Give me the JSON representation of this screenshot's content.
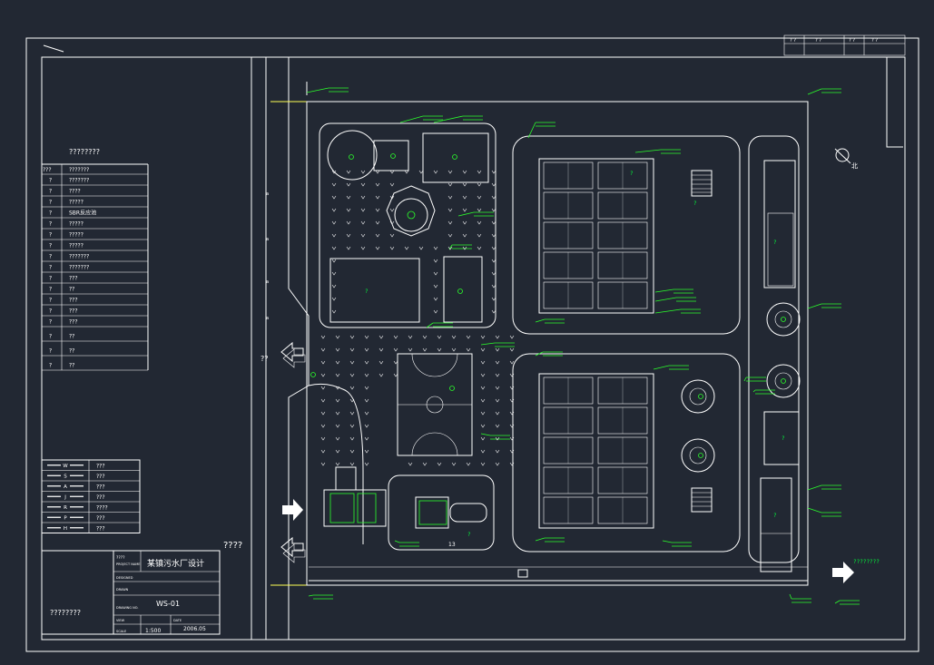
{
  "drawing": {
    "title_top_left": "????????",
    "corner_label_right": "????????",
    "site_gate_label_left": "????",
    "north_label": "北",
    "bottom_left_label": "????????"
  },
  "legend_table": {
    "headers": [
      "???",
      "???????"
    ],
    "rows": [
      {
        "no": "?",
        "name": "???????"
      },
      {
        "no": "?",
        "name": "????"
      },
      {
        "no": "?",
        "name": "?????"
      },
      {
        "no": "?",
        "name": "SBR反应池"
      },
      {
        "no": "?",
        "name": "?????"
      },
      {
        "no": "?",
        "name": "?????"
      },
      {
        "no": "?",
        "name": "?????"
      },
      {
        "no": "?",
        "name": "???????"
      },
      {
        "no": "?",
        "name": "???????"
      },
      {
        "no": "?",
        "name": "???"
      },
      {
        "no": "?",
        "name": "??"
      },
      {
        "no": "?",
        "name": "???"
      },
      {
        "no": "?",
        "name": "???"
      },
      {
        "no": "?",
        "name": "???"
      },
      {
        "no": "?",
        "name": "??"
      },
      {
        "no": "?",
        "name": "??"
      },
      {
        "no": "?",
        "name": "??"
      }
    ]
  },
  "line_legend": {
    "rows": [
      {
        "code": "W",
        "name": "???"
      },
      {
        "code": "S",
        "name": "???"
      },
      {
        "code": "A",
        "name": "???"
      },
      {
        "code": "J",
        "name": "???"
      },
      {
        "code": "R",
        "name": "????"
      },
      {
        "code": "P",
        "name": "???"
      },
      {
        "code": "H",
        "name": "???"
      }
    ]
  },
  "title_block": {
    "project_label": "????",
    "project_label_en": "PROJECT NAME",
    "project_name": "某镇污水厂设计",
    "design_label": "DESIGNED",
    "drawn_label": "DRAWN",
    "drawing_no_label": "DRAWING NO.",
    "drawing_no": "WS-01",
    "scale_label": "SCALE",
    "view_label": "VIEW",
    "scale_value": "1:500",
    "date_label": "DATE",
    "date_value": "2006.05"
  },
  "revision_table": {
    "cells": [
      "? ?",
      "? ?",
      "? ?",
      "? ?"
    ]
  },
  "site_labels": {
    "building_13": "13",
    "q": "?"
  }
}
